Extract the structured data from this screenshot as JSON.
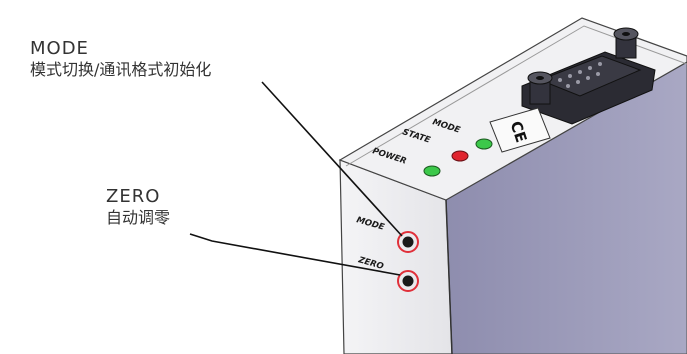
{
  "callouts": {
    "mode": {
      "title": "MODE",
      "description": "模式切换/通讯格式初始化"
    },
    "zero": {
      "title": "ZERO",
      "description": "自动调零"
    }
  },
  "device": {
    "top_labels": {
      "mode": "MODE",
      "state": "STATE",
      "power": "POWER"
    },
    "front_labels": {
      "mode": "MODE",
      "zero": "ZERO"
    },
    "ce_mark": "CE"
  },
  "colors": {
    "led_green": "#3cc84a",
    "led_red": "#e0242e",
    "highlight_ring": "#e0303a",
    "leader_line": "#111111",
    "body_side": "#9b9ab8",
    "body_top": "#f0f0f2"
  }
}
